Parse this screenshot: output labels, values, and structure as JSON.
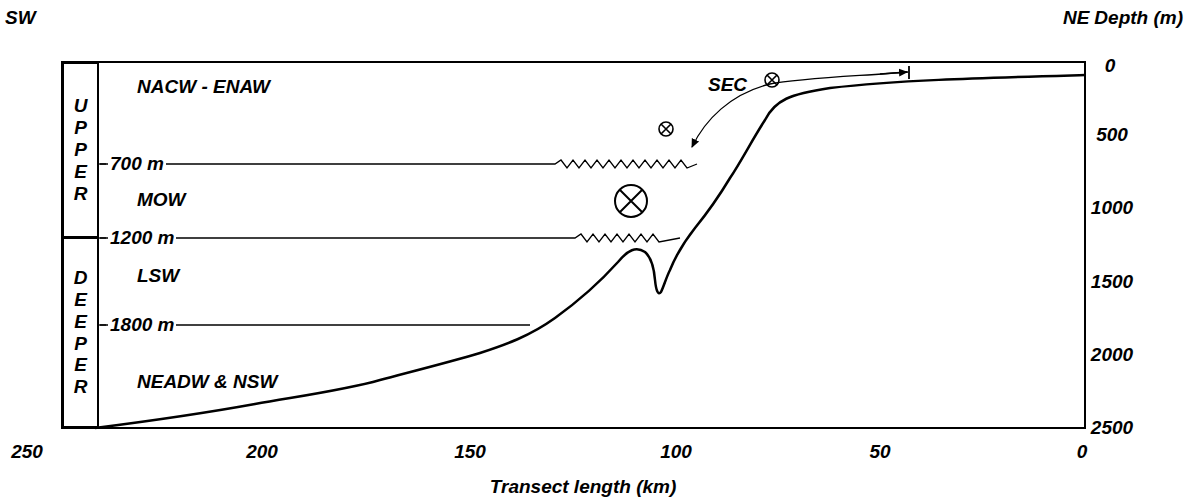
{
  "diagram": {
    "nodes": [
      {
        "text": [
          "UPPER"
        ]
      },
      {
        "text": [
          "DEEPER"
        ]
      }
    ],
    "labels": [
      "SW",
      "NE",
      "Depth (m)",
      "NACW - ENAW",
      "SEC",
      "700 m",
      "MOW",
      "1200 m",
      "LSW",
      "1800 m",
      "NEADW & NSW",
      "0",
      "500",
      "1000",
      "1500",
      "2000",
      "2500",
      "250",
      "200",
      "150",
      "100",
      "50",
      "0",
      "Transect length (km)"
    ]
  }
}
